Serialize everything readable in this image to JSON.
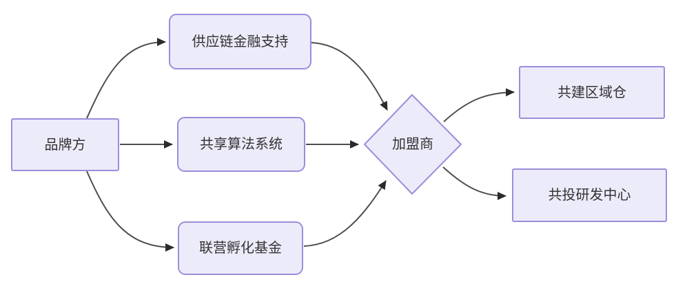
{
  "diagram": {
    "type": "flowchart",
    "direction": "left-to-right",
    "nodes": {
      "brand": {
        "label": "品牌方",
        "shape": "rectangle"
      },
      "supply_chain_finance": {
        "label": "供应链金融支持",
        "shape": "rounded-rectangle"
      },
      "shared_algorithm": {
        "label": "共享算法系统",
        "shape": "rounded-rectangle"
      },
      "joint_incubation_fund": {
        "label": "联营孵化基金",
        "shape": "rounded-rectangle"
      },
      "franchisee": {
        "label": "加盟商",
        "shape": "diamond"
      },
      "regional_warehouse": {
        "label": "共建区域仓",
        "shape": "rectangle"
      },
      "rd_center": {
        "label": "共投研发中心",
        "shape": "rectangle"
      }
    },
    "edges": [
      {
        "from": "brand",
        "to": "supply_chain_finance"
      },
      {
        "from": "brand",
        "to": "shared_algorithm"
      },
      {
        "from": "brand",
        "to": "joint_incubation_fund"
      },
      {
        "from": "supply_chain_finance",
        "to": "franchisee"
      },
      {
        "from": "shared_algorithm",
        "to": "franchisee"
      },
      {
        "from": "joint_incubation_fund",
        "to": "franchisee"
      },
      {
        "from": "franchisee",
        "to": "regional_warehouse"
      },
      {
        "from": "franchisee",
        "to": "rd_center"
      }
    ],
    "colors": {
      "node_fill": "#ECEBFA",
      "node_border": "#9C8CDB",
      "edge": "#4d4d4d",
      "arrowhead": "#2b2b2b",
      "text": "#333333",
      "background": "#ffffff"
    }
  }
}
